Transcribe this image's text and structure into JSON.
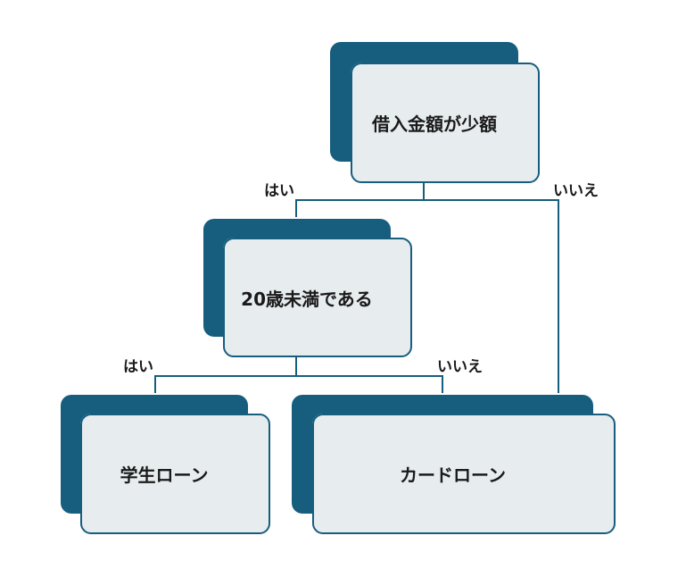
{
  "nodes": {
    "root": {
      "label": "借入金額が少額"
    },
    "age": {
      "label": "20歳未満である"
    },
    "student": {
      "label": "学生ローン"
    },
    "card": {
      "label": "カードローン"
    }
  },
  "edges": {
    "root_yes": "はい",
    "root_no": "いいえ",
    "age_yes": "はい",
    "age_no": "いいえ"
  },
  "colors": {
    "accent": "#175e7e",
    "box_fill": "#e7ecef",
    "connector": "#175e7e"
  }
}
